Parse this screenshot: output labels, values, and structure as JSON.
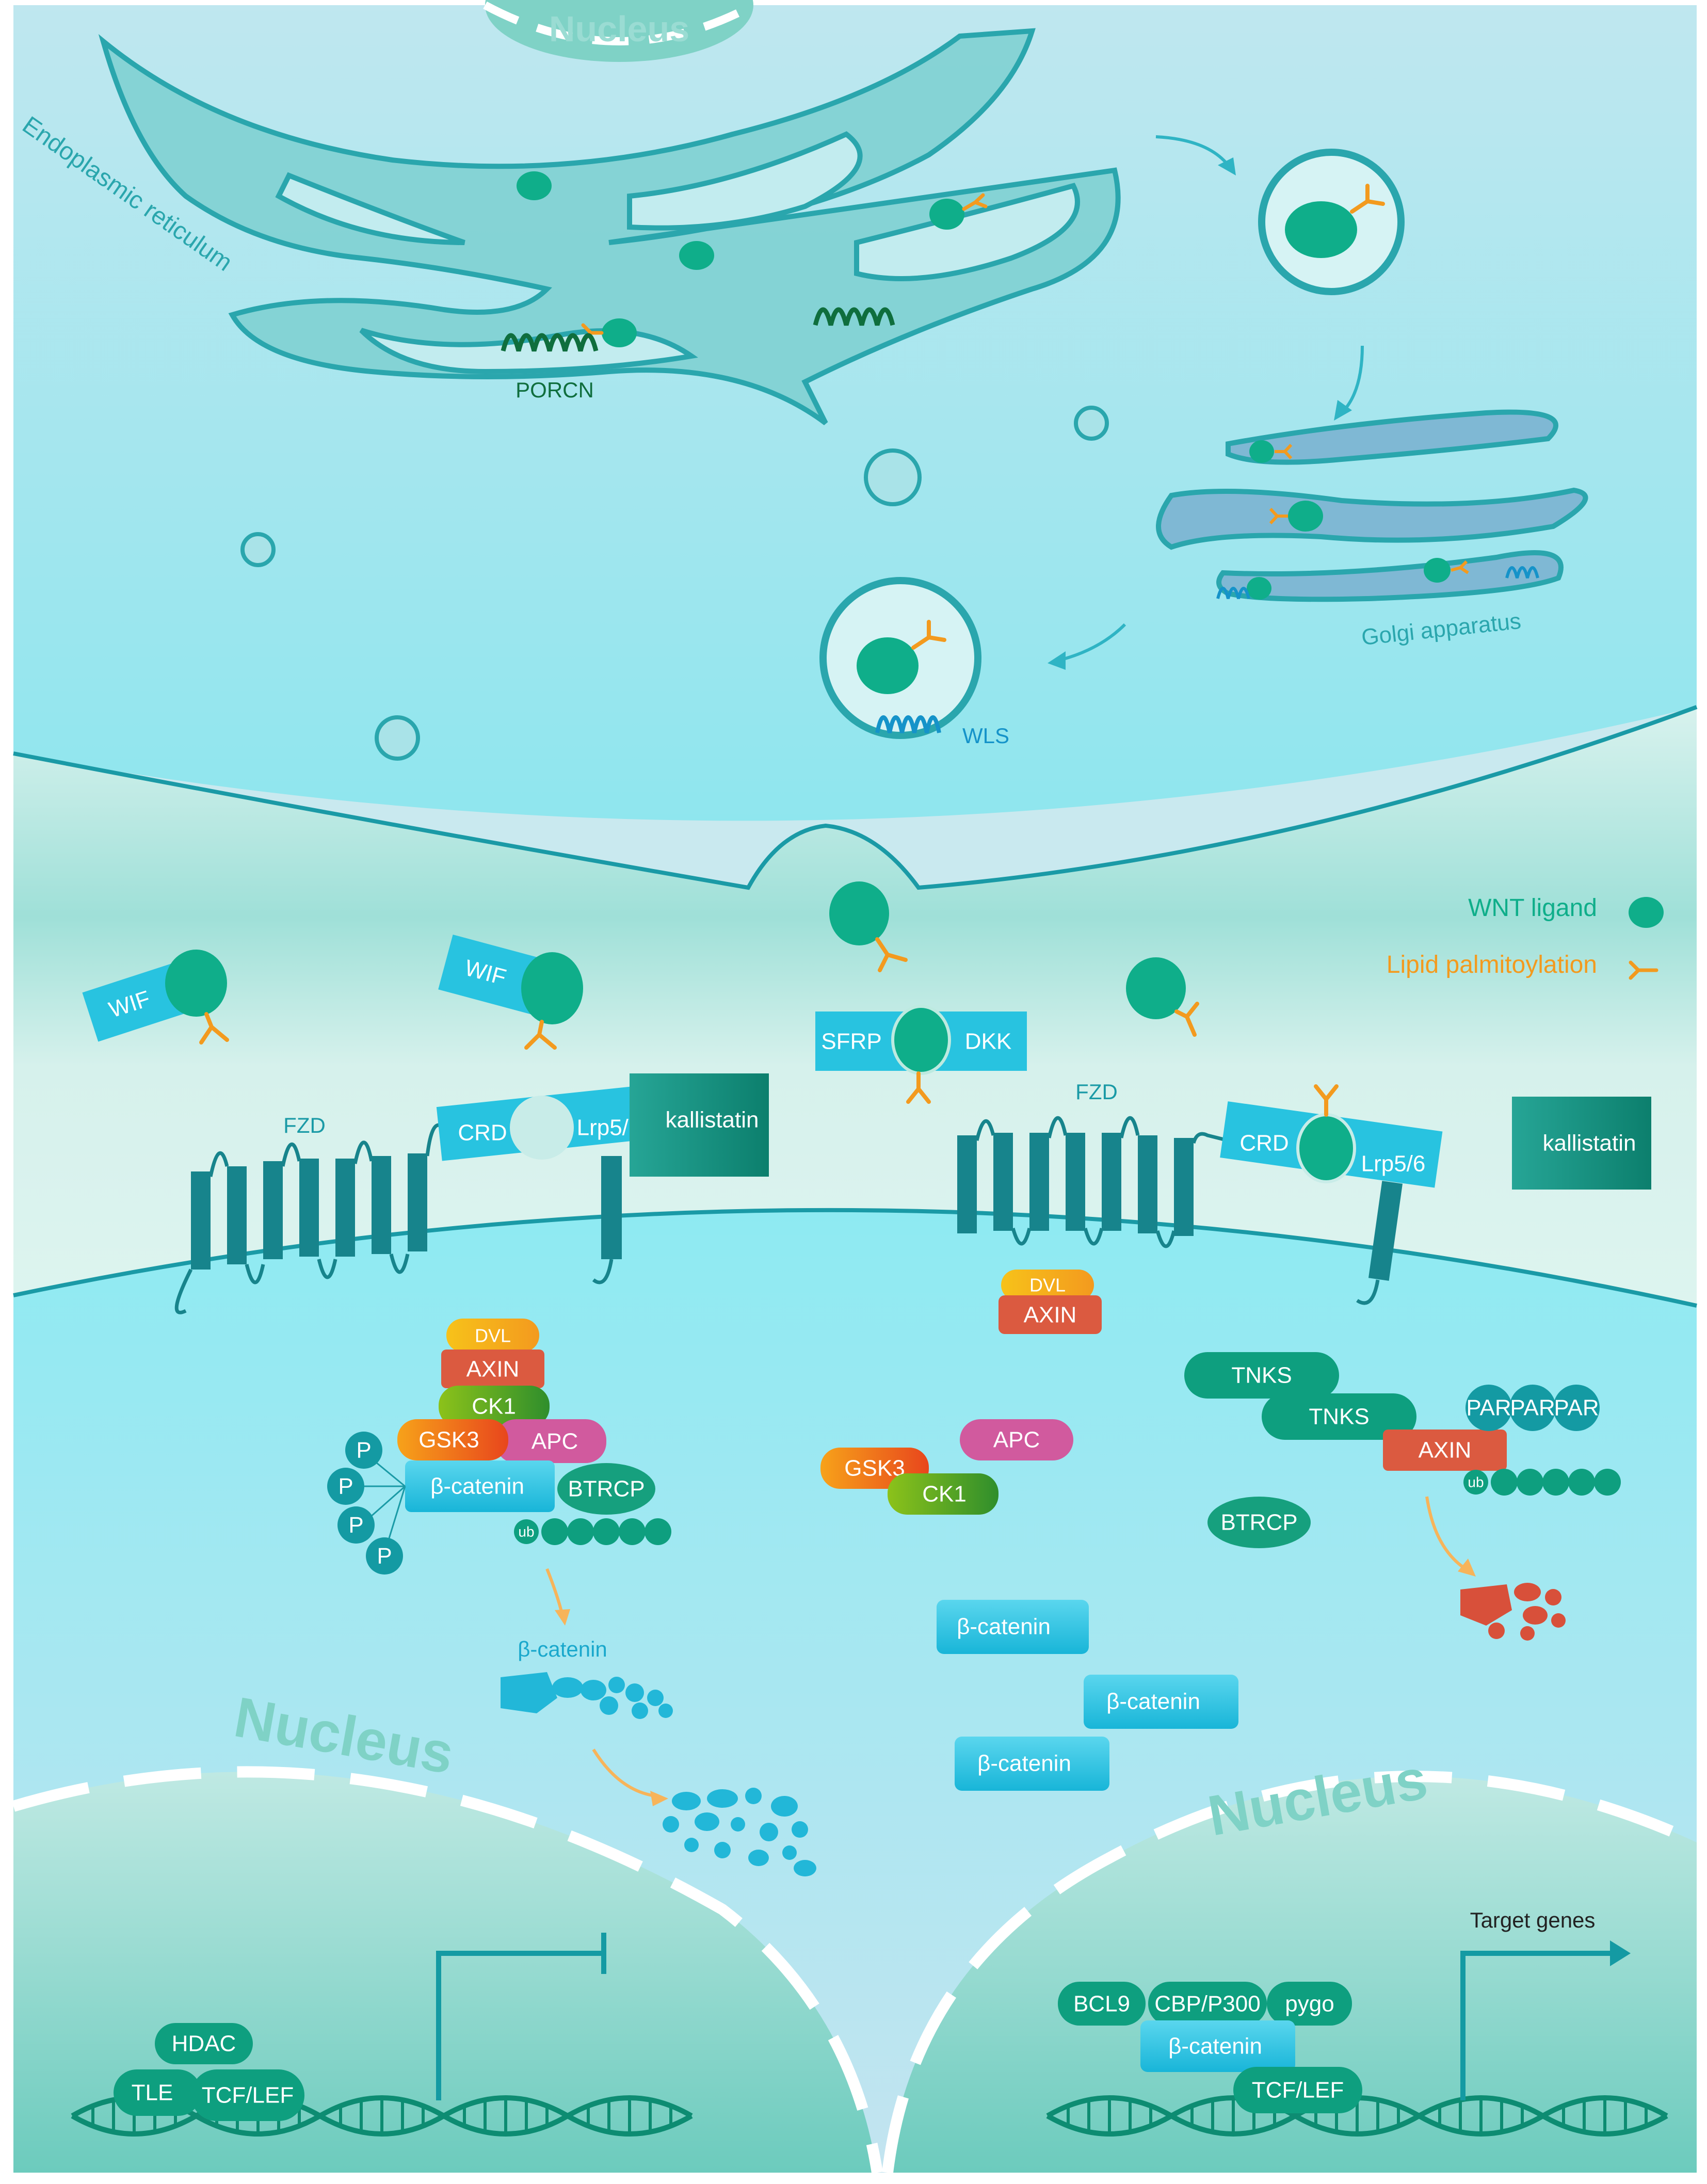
{
  "colors": {
    "extracellular": "#8eeaf0",
    "cytoplasm": "#b6e8f0",
    "membrane": "#1a9aa6",
    "er": "#2aa6ad",
    "ligand": "#0fae8a",
    "lipid": "#f39a1e",
    "nucleus": "#7fd2c6",
    "beta_catenin": "#28c3e0",
    "tnks": "#0e9f7f"
  },
  "labels": {
    "nucleus_top": "Nucleus",
    "er": "Endoplasmic reticulum",
    "porcn": "PORCN",
    "golgi": "Golgi apparatus",
    "wls": "WLS",
    "legend_wnt": "WNT ligand",
    "legend_lipid": "Lipid palmitoylation",
    "wif": "WIF",
    "sfrp": "SFRP",
    "dkk": "DKK",
    "fzd": "FZD",
    "crd": "CRD",
    "lrp": "Lrp5/6",
    "kallistatin": "kallistatin",
    "dvl": "DVL",
    "axin": "AXIN",
    "ck1": "CK1",
    "gsk3": "GSK3",
    "apc": "APC",
    "p": "P",
    "beta_catenin": "β-catenin",
    "btrcp": "BTRCP",
    "ub": "ub",
    "tnks": "TNKS",
    "par": "PAR",
    "nucleus_bottom": "Nucleus",
    "hdac": "HDAC",
    "tle": "TLE",
    "tcf_lef": "TCF/LEF",
    "bcl9": "BCL9",
    "cbp": "CBP/P300",
    "pygo": "pygo",
    "target_genes": "Target genes"
  }
}
